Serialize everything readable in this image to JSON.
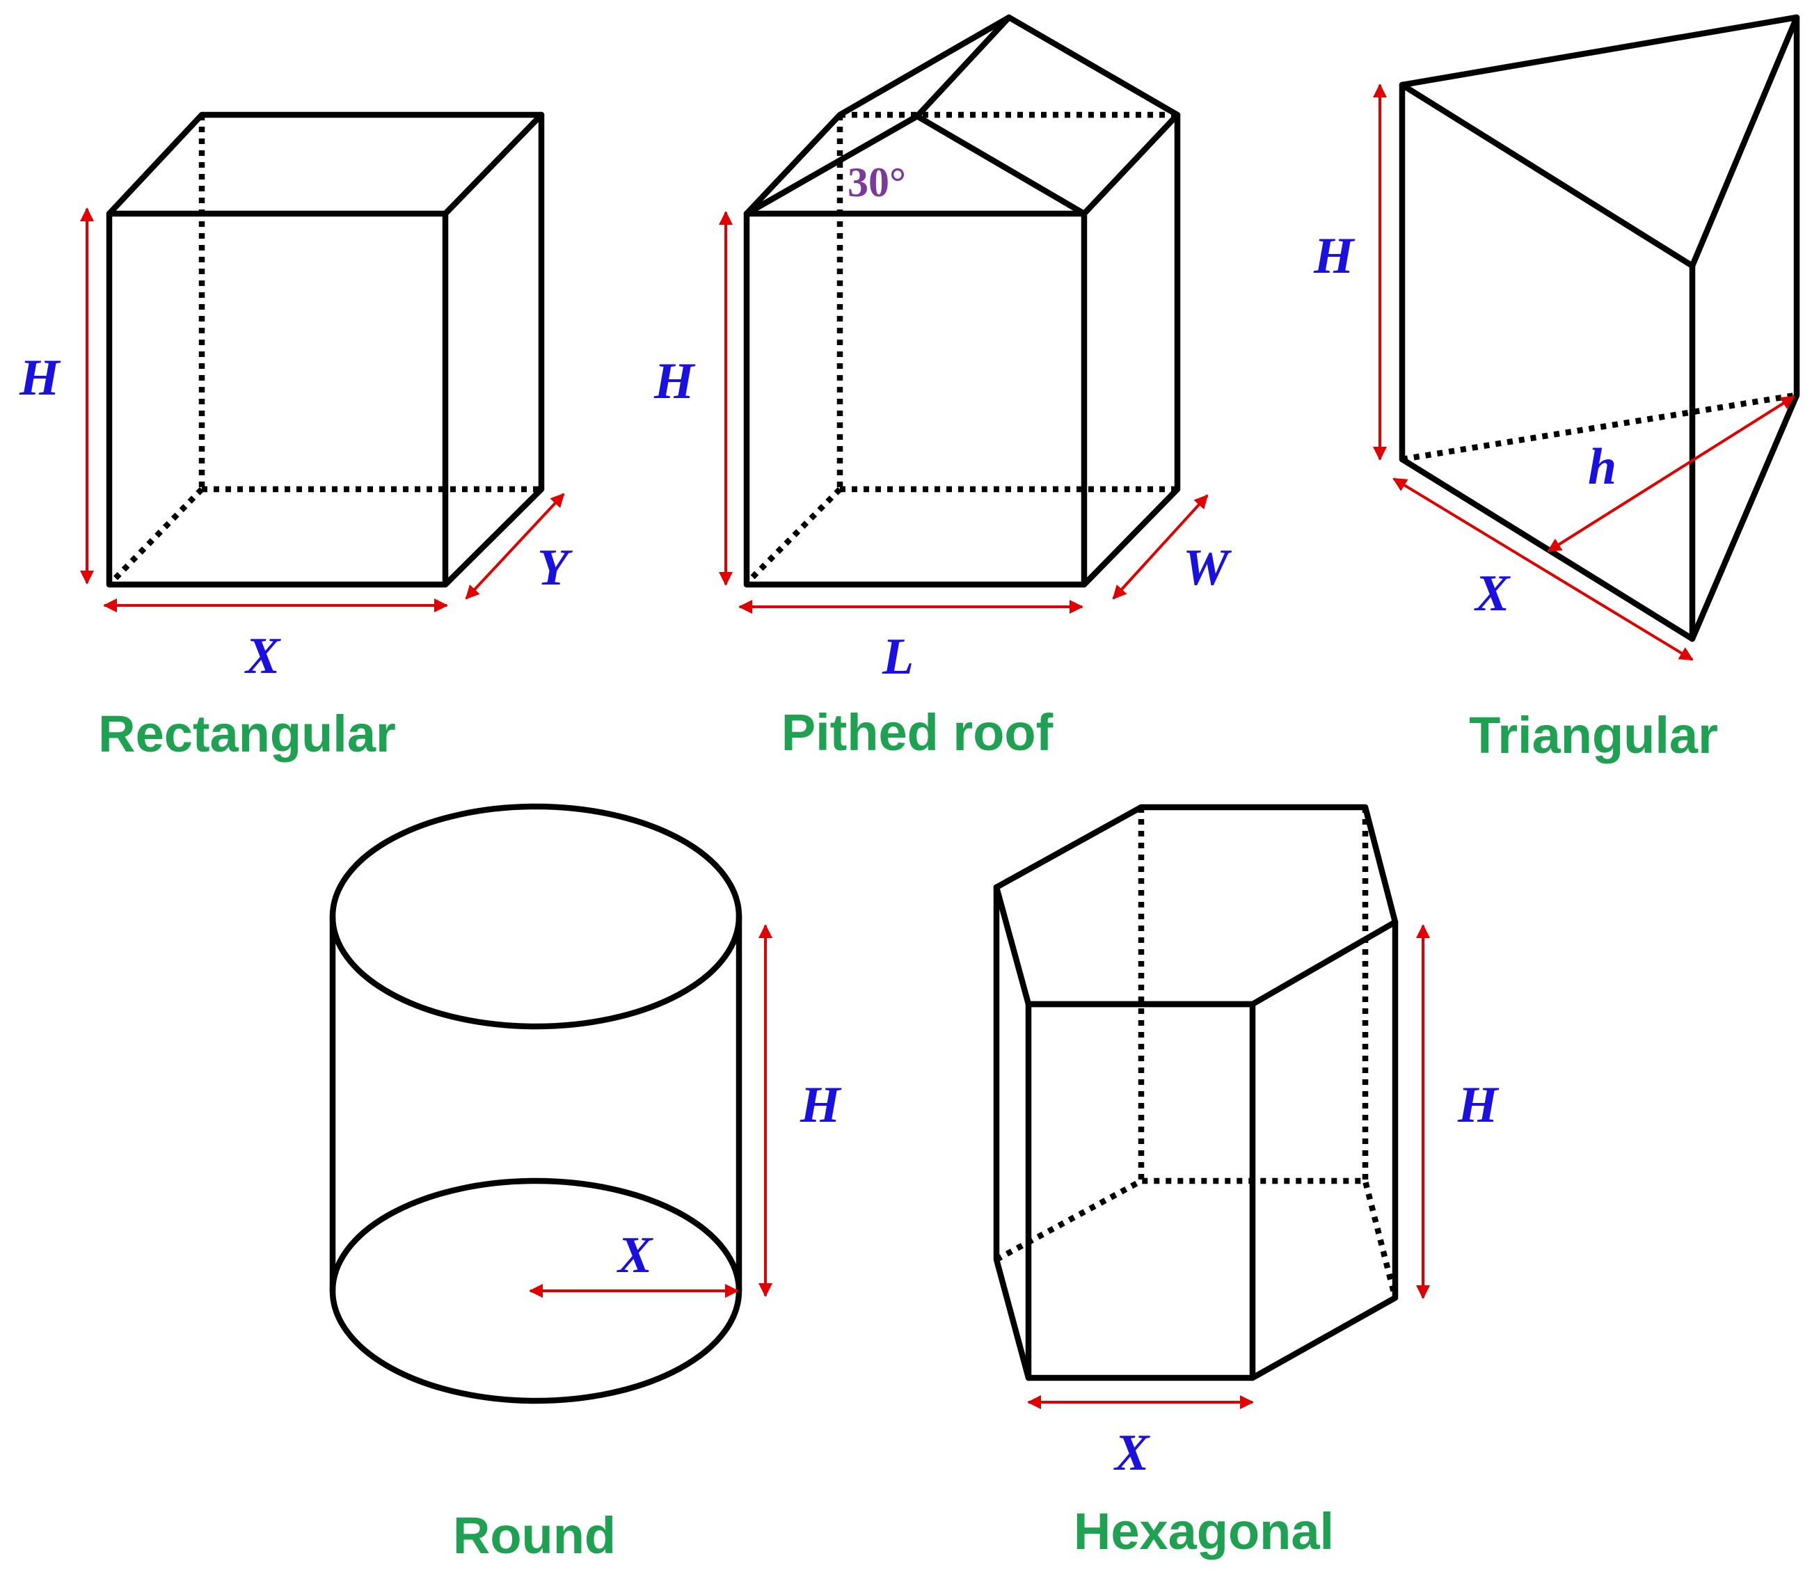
{
  "shapes": {
    "rectangular": {
      "name": "Rectangular",
      "height_label": "H",
      "width_label": "X",
      "depth_label": "Y"
    },
    "pitched_roof": {
      "name": "Pithed roof",
      "height_label": "H",
      "length_label": "L",
      "width_label": "W",
      "roof_angle": "30°"
    },
    "triangular": {
      "name": "Triangular",
      "height_label": "H",
      "side_label": "X",
      "altitude_label": "h"
    },
    "round": {
      "name": "Round",
      "height_label": "H",
      "radius_label": "X"
    },
    "hexagonal": {
      "name": "Hexagonal",
      "height_label": "H",
      "side_label": "X"
    }
  },
  "colors": {
    "outline": "#000000",
    "dimension": "#e00000",
    "variable": "#1a10e0",
    "shape_name": "#1ea150",
    "angle": "#7b3a9a"
  }
}
